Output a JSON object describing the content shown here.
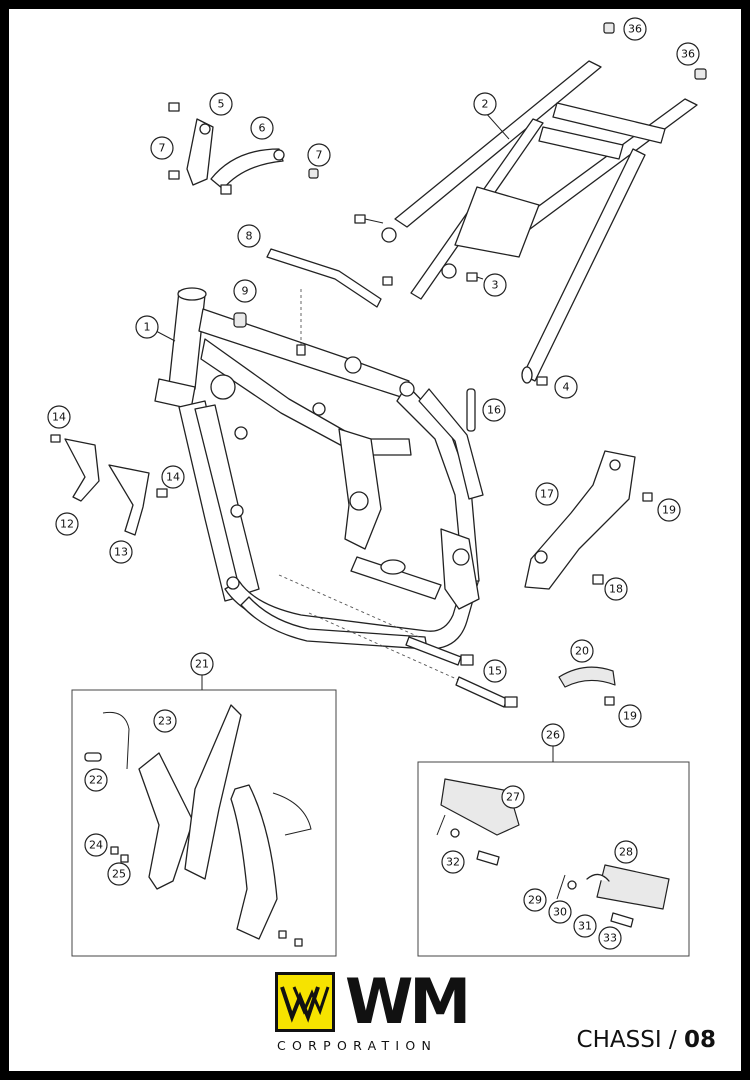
{
  "callouts": [
    {
      "id": "c1",
      "label": "1"
    },
    {
      "id": "c2",
      "label": "2"
    },
    {
      "id": "c3",
      "label": "3"
    },
    {
      "id": "c4",
      "label": "4"
    },
    {
      "id": "c5",
      "label": "5"
    },
    {
      "id": "c6",
      "label": "6"
    },
    {
      "id": "c7a",
      "label": "7"
    },
    {
      "id": "c7b",
      "label": "7"
    },
    {
      "id": "c8",
      "label": "8"
    },
    {
      "id": "c9",
      "label": "9"
    },
    {
      "id": "c12",
      "label": "12"
    },
    {
      "id": "c13",
      "label": "13"
    },
    {
      "id": "c14a",
      "label": "14"
    },
    {
      "id": "c14b",
      "label": "14"
    },
    {
      "id": "c15",
      "label": "15"
    },
    {
      "id": "c16",
      "label": "16"
    },
    {
      "id": "c17",
      "label": "17"
    },
    {
      "id": "c18",
      "label": "18"
    },
    {
      "id": "c19a",
      "label": "19"
    },
    {
      "id": "c19b",
      "label": "19"
    },
    {
      "id": "c20",
      "label": "20"
    },
    {
      "id": "c21",
      "label": "21"
    },
    {
      "id": "c22",
      "label": "22"
    },
    {
      "id": "c23",
      "label": "23"
    },
    {
      "id": "c24",
      "label": "24"
    },
    {
      "id": "c25",
      "label": "25"
    },
    {
      "id": "c26",
      "label": "26"
    },
    {
      "id": "c27",
      "label": "27"
    },
    {
      "id": "c28",
      "label": "28"
    },
    {
      "id": "c29",
      "label": "29"
    },
    {
      "id": "c30",
      "label": "30"
    },
    {
      "id": "c31",
      "label": "31"
    },
    {
      "id": "c32",
      "label": "32"
    },
    {
      "id": "c33",
      "label": "33"
    },
    {
      "id": "c36a",
      "label": "36"
    },
    {
      "id": "c36b",
      "label": "36"
    }
  ],
  "logo": {
    "wordmark": "WM",
    "subtitle": "CORPORATION",
    "brand_color": "#f6e300"
  },
  "section": {
    "name": "CHASSI /",
    "number": "08"
  },
  "colors": {
    "frame_border": "#000000",
    "background": "#ffffff",
    "ink": "#222222"
  }
}
